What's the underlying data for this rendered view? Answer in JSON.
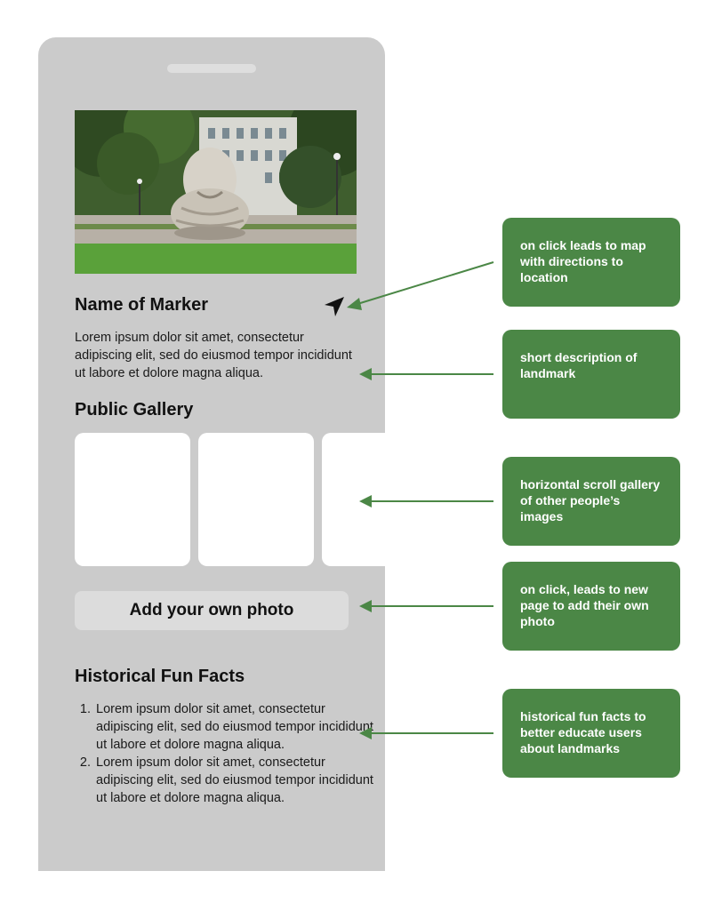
{
  "marker": {
    "title": "Name of Marker",
    "description": "Lorem ipsum dolor sit amet, consectetur adipiscing elit, sed do eiusmod tempor incididunt ut labore et dolore magna aliqua.",
    "navigate_icon": "navigation-arrow-icon"
  },
  "gallery": {
    "title": "Public Gallery",
    "tile_count_visible": 3
  },
  "add_photo": {
    "label": "Add your own photo"
  },
  "facts": {
    "title": "Historical Fun Facts",
    "items": [
      "Lorem ipsum dolor sit amet, consectetur adipiscing elit, sed do eiusmod tempor incididunt ut labore et dolore magna aliqua.",
      "Lorem ipsum dolor sit amet, consectetur adipiscing elit, sed do eiusmod tempor incididunt ut labore et dolore magna aliqua."
    ]
  },
  "annotations": [
    "on click leads to map with directions to location",
    "short description of landmark",
    "horizontal scroll gallery of other people’s images",
    "on click, leads to new page to add their own photo",
    "historical fun facts to better educate users about landmarks"
  ],
  "colors": {
    "phone_bg": "#cbcbcb",
    "annotation_bg": "#4b8746",
    "arrow": "#4b8746",
    "tile_bg": "#ffffff",
    "button_bg": "#dcdcdc"
  }
}
